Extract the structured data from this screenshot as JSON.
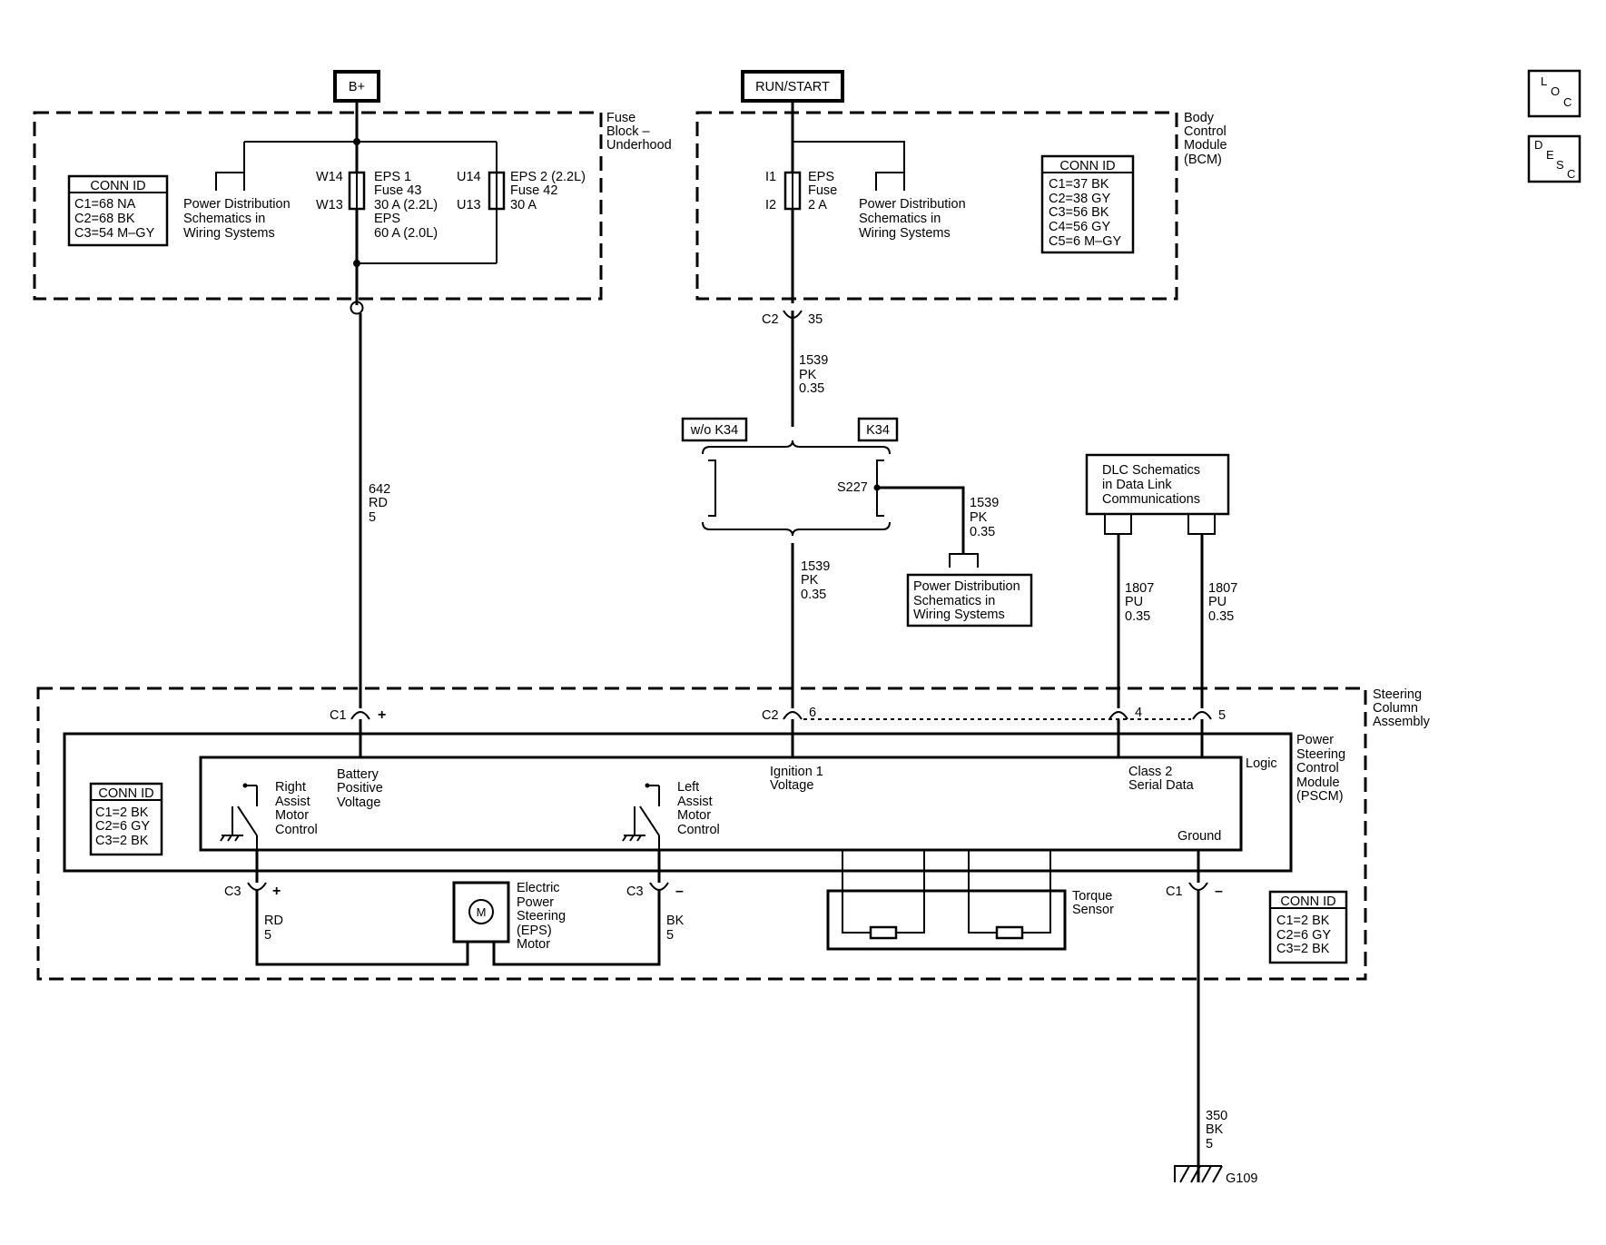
{
  "power_sources": {
    "bplus": "B+",
    "run_start": "RUN/START"
  },
  "fuse_block": {
    "title": [
      "Fuse",
      "Block –",
      "Underhood"
    ],
    "conn_id": {
      "header": "CONN ID",
      "rows": [
        "C1=68 NA",
        "C2=68 BK",
        "C3=54 M–GY"
      ]
    },
    "pd_ref": [
      "Power Distribution",
      "Schematics in",
      "Wiring Systems"
    ],
    "fuse1": {
      "pin_top": "W14",
      "pin_bottom": "W13",
      "lines": [
        "EPS 1",
        "Fuse 43",
        "30 A (2.2L)",
        "EPS",
        "60 A (2.0L)"
      ]
    },
    "fuse2": {
      "pin_top": "U14",
      "pin_bottom": "U13",
      "lines": [
        "EPS 2 (2.2L)",
        "Fuse 42",
        "30 A"
      ]
    }
  },
  "bcm": {
    "title": [
      "Body",
      "Control",
      "Module",
      "(BCM)"
    ],
    "conn_id": {
      "header": "CONN ID",
      "rows": [
        "C1=37 BK",
        "C2=38 GY",
        "C3=56 BK",
        "C4=56 GY",
        "C5=6 M–GY"
      ]
    },
    "fuse": {
      "pin_top": "I1",
      "pin_bottom": "I2",
      "lines": [
        "EPS",
        "Fuse",
        "2 A"
      ]
    },
    "pd_ref": [
      "Power Distribution",
      "Schematics in",
      "Wiring Systems"
    ],
    "conn": {
      "name": "C2",
      "pin": "35"
    }
  },
  "wires": {
    "w642": [
      "642",
      "RD",
      "5"
    ],
    "w1539a": [
      "1539",
      "PK",
      "0.35"
    ],
    "w1539b": [
      "1539",
      "PK",
      "0.35"
    ],
    "w1539c": [
      "1539",
      "PK",
      "0.35"
    ],
    "w1807a": [
      "1807",
      "PU",
      "0.35"
    ],
    "w1807b": [
      "1807",
      "PU",
      "0.35"
    ],
    "w350": [
      "350",
      "BK",
      "5"
    ],
    "rd5": [
      "RD",
      "5"
    ],
    "bk5": [
      "BK",
      "5"
    ]
  },
  "options": {
    "without": "w/o K34",
    "with": "K34",
    "splice": "S227"
  },
  "pd_ref2": [
    "Power Distribution",
    "Schematics in",
    "Wiring Systems"
  ],
  "dlc_ref": [
    "DLC Schematics",
    "in Data Link",
    "Communications"
  ],
  "steering_column": {
    "title": [
      "Steering",
      "Column",
      "Assembly"
    ],
    "conn_id_left": {
      "header": "CONN ID",
      "rows": [
        "C1=2 BK",
        "C2=6 GY",
        "C3=2 BK"
      ]
    },
    "conn_id_right": {
      "header": "CONN ID",
      "rows": [
        "C1=2 BK",
        "C2=6 GY",
        "C3=2 BK"
      ]
    },
    "pscm_title": [
      "Power",
      "Steering",
      "Control",
      "Module",
      "(PSCM)"
    ],
    "logic": "Logic",
    "battery_label": [
      "Battery",
      "Positive",
      "Voltage"
    ],
    "ignition_label": [
      "Ignition 1",
      "Voltage"
    ],
    "class2_label": [
      "Class 2",
      "Serial Data"
    ],
    "ground_label": "Ground",
    "right_motor": [
      "Right",
      "Assist",
      "Motor",
      "Control"
    ],
    "left_motor": [
      "Left",
      "Assist",
      "Motor",
      "Control"
    ],
    "motor": {
      "symbol": "M",
      "lines": [
        "Electric",
        "Power",
        "Steering",
        "(EPS)",
        "Motor"
      ]
    },
    "torque": [
      "Torque",
      "Sensor"
    ],
    "connectors": {
      "c1_top": {
        "name": "C1",
        "pin": "+"
      },
      "c2_top": {
        "name": "C2",
        "pin": "6"
      },
      "pin4": "4",
      "pin5": "5",
      "c3_left": {
        "name": "C3",
        "pin": "+"
      },
      "c3_right": {
        "name": "C3",
        "pin": "–"
      },
      "c1_bottom": {
        "name": "C1",
        "pin": "–"
      }
    }
  },
  "ground": {
    "name": "G109"
  },
  "side_icons": {
    "loc": [
      "L",
      "O",
      "C"
    ],
    "desc": [
      "D",
      "E",
      "S",
      "C"
    ]
  }
}
